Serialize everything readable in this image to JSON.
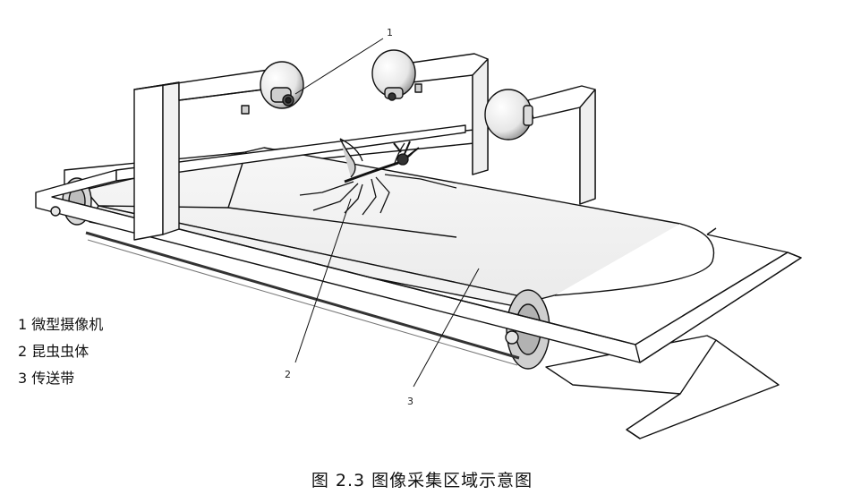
{
  "callouts": {
    "n1": "1",
    "n2": "2",
    "n3": "3"
  },
  "legend": {
    "item1": "1 微型摄像机",
    "item2": "2 昆虫虫体",
    "item3": "3 传送带"
  },
  "caption": "图 2.3  图像采集区域示意图"
}
